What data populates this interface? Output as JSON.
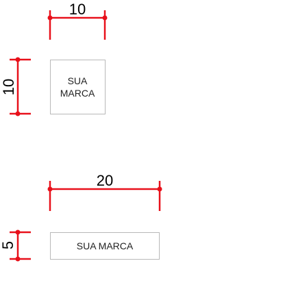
{
  "colors": {
    "dimension_line": "#e8101a",
    "box_border": "#b8b8b8",
    "text": "#000000"
  },
  "square_example": {
    "width_label": "10",
    "height_label": "10",
    "box_line1": "SUA",
    "box_line2": "MARCA"
  },
  "rect_example": {
    "width_label": "20",
    "height_label": "5",
    "box_text": "SUA MARCA"
  }
}
